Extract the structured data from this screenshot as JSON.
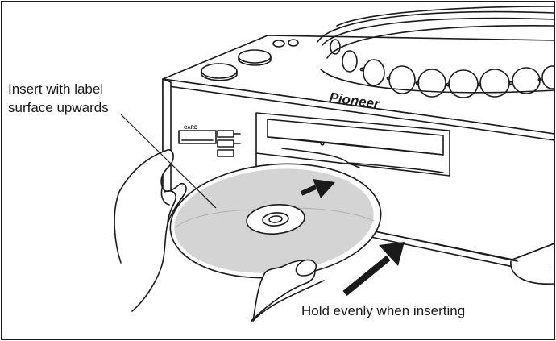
{
  "callouts": {
    "insert_line1": "Insert with label",
    "insert_line2": "surface upwards",
    "hold": "Hold evenly when inserting"
  },
  "device": {
    "brand": "Pioneer",
    "slot_label": "CARD"
  },
  "colors": {
    "ink": "#1a1a1a",
    "label_shade": "#d4d4d4",
    "background": "#ffffff"
  },
  "icons": [
    "arrow-up-right-icon",
    "arrow-up-right-icon"
  ]
}
